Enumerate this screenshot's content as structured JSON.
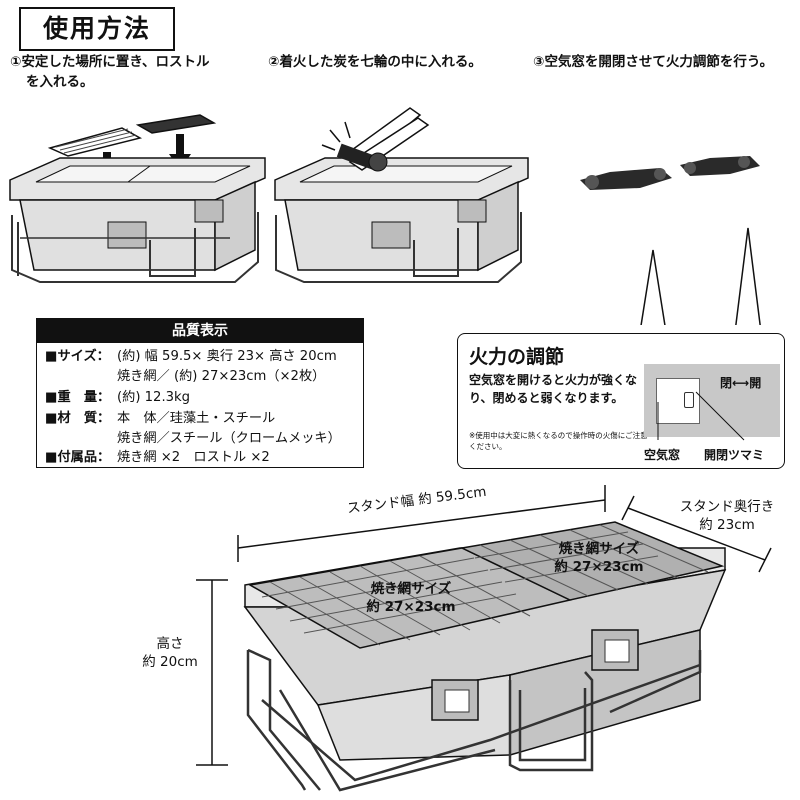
{
  "title": "使用方法",
  "steps": [
    {
      "number": "①",
      "text_line1": "安定した場所に置き、ロストル",
      "text_line2": "を入れる。"
    },
    {
      "number": "②",
      "text_line1": "着火した炭を七輪の中に入れる。"
    },
    {
      "number": "③",
      "text_line1": "空気窓を開閉させて火力調節を行う。"
    }
  ],
  "spec": {
    "header": "品質表示",
    "rows": [
      {
        "label": "■サイズ：",
        "value": "(約) 幅 59.5× 奥行 23× 高さ 20cm"
      },
      {
        "label": "",
        "value": "焼き網／ (約) 27×23cm（×2枚）"
      },
      {
        "label": "■重　量：",
        "value": "(約) 12.3kg"
      },
      {
        "label": "■材　質：",
        "value": "本　体／珪藻土・スチール"
      },
      {
        "label": "",
        "value": "焼き網／スチール（クロームメッキ）"
      },
      {
        "label": "■付属品：",
        "value": "焼き網 ×2　ロストル ×2"
      }
    ]
  },
  "callout": {
    "title": "火力の調節",
    "body": "空気窓を開けると火力が強くなり、閉めると弱くなります。",
    "note": "※使用中は大変に熱くなるので操作時の火傷にご注意ください。",
    "open_left": "閉",
    "arrow": "⟷",
    "open_right": "開",
    "window_label": "空気窓",
    "knob_label": "開閉ツマミ"
  },
  "dimensions": {
    "width": "スタンド幅 約 59.5cm",
    "depth_line1": "スタンド奥行き",
    "depth_line2": "約 23cm",
    "height_line1": "高さ",
    "height_line2": "約 20cm",
    "grill_left_line1": "焼き網サイズ",
    "grill_left_line2": "約 27×23cm",
    "grill_right_line1": "焼き網サイズ",
    "grill_right_line2": "約 27×23cm"
  },
  "colors": {
    "text": "#111111",
    "box_fill": "#d9d9d9",
    "box_dark": "#8c8c8c"
  }
}
